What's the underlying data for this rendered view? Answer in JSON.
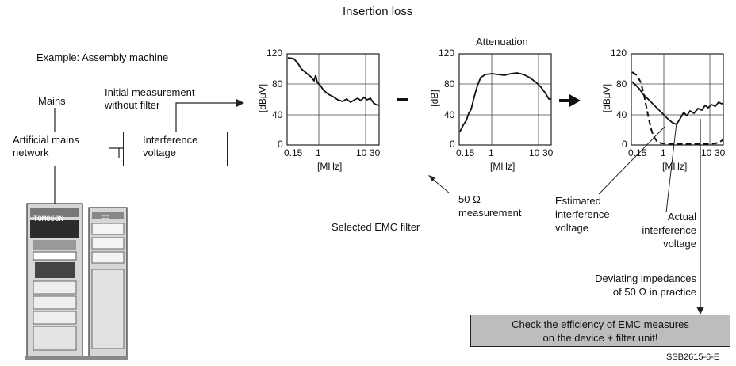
{
  "title": "Insertion loss",
  "example": "Example: Assembly machine",
  "mains": "Mains",
  "artificial_mains": [
    "Artificial mains",
    "network"
  ],
  "interference_voltage_box": [
    "Interference",
    "voltage"
  ],
  "initial_measurement": [
    "Initial measurement",
    "without filter"
  ],
  "operator_minus": "–",
  "attenuation": "Attenuation",
  "ohm_measurement": [
    "50 Ω",
    "measurement"
  ],
  "selected_filter": "Selected EMC filter",
  "estimated": [
    "Estimated",
    "interference",
    "voltage"
  ],
  "actual": [
    "Actual",
    "interference",
    "voltage"
  ],
  "deviating": [
    "Deviating impedances",
    "of 50 Ω in practice"
  ],
  "check": [
    "Check the efficiency of EMC measures",
    "on the device + filter unit!"
  ],
  "code": "SSB2615-6-E",
  "cabinet": {
    "left_label": "TOMOSON",
    "right_label": "=="
  },
  "charts": [
    {
      "ylabel": "[dBμV]",
      "xlabel": "[MHz]",
      "yticks": [
        "120",
        "80",
        "40",
        "0"
      ],
      "xticks": [
        "0.15",
        "1",
        "10",
        "30"
      ]
    },
    {
      "ylabel": "[dB]",
      "xlabel": "[MHz]",
      "yticks": [
        "120",
        "80",
        "40",
        "0"
      ],
      "xticks": [
        "0.15",
        "1",
        "10",
        "30"
      ]
    },
    {
      "ylabel": "[dBμV]",
      "xlabel": "[MHz]",
      "yticks": [
        "120",
        "80",
        "40",
        "0"
      ],
      "xticks": [
        "0.15",
        "1",
        "10",
        "30"
      ]
    }
  ],
  "colors": {
    "check_fill": "#bdbdbd",
    "line": "#111111"
  }
}
